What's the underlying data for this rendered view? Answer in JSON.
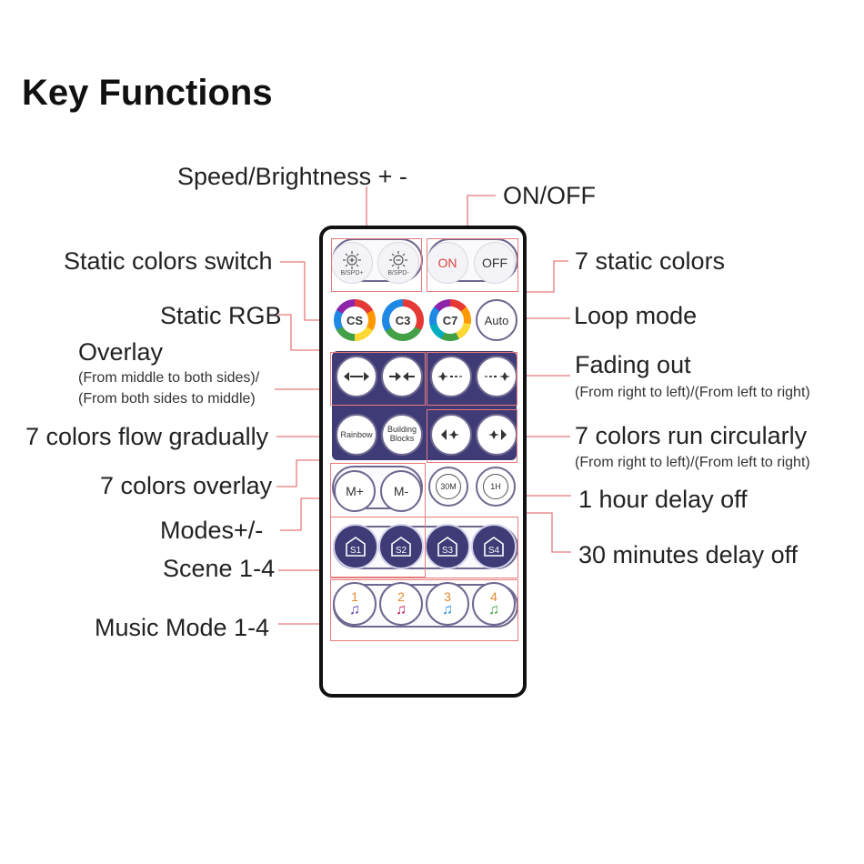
{
  "title": "Key Functions",
  "labels": {
    "speed_brightness": "Speed/Brightness + -",
    "on_off": "ON/OFF",
    "static_colors_switch": "Static colors switch",
    "seven_static_colors": "7 static colors",
    "static_rgb": "Static RGB",
    "loop_mode": "Loop mode",
    "overlay": "Overlay",
    "overlay_sub1": "(From middle to both sides)/",
    "overlay_sub2": "(From both sides to middle)",
    "fading_out": "Fading out",
    "fading_out_sub": "(From right to left)/(From left to right)",
    "flow_gradually": "7 colors flow gradually",
    "run_circularly": "7 colors run circularly",
    "run_circularly_sub": "(From right to left)/(From left to right)",
    "colors_overlay": "7 colors overlay",
    "hour_delay": "1 hour delay off",
    "modes": "Modes+/-",
    "minutes_delay": "30 minutes delay off",
    "scene": "Scene 1-4",
    "music_mode": "Music Mode 1-4"
  },
  "buttons": {
    "b_spd_plus": "B/SPD+",
    "b_spd_minus": "B/SPD-",
    "on": "ON",
    "off": "OFF",
    "cs": "CS",
    "c3": "C3",
    "c7": "C7",
    "auto": "Auto",
    "rainbow": "Rainbow",
    "building_blocks": "Building Blocks",
    "m_plus": "M+",
    "m_minus": "M-",
    "t30": "30M",
    "t1h": "1H",
    "s1": "S1",
    "s2": "S2",
    "s3": "S3",
    "s4": "S4",
    "music": [
      "1",
      "2",
      "3",
      "4"
    ]
  },
  "colors": {
    "annotation_line": "#e77a7a",
    "button_navy": "#3e3b76",
    "on_text": "#d9453b",
    "music_number": "#e58a2e"
  },
  "icons": [
    "sun-plus-icon",
    "sun-minus-icon",
    "arrows-outward-icon",
    "arrows-inward-icon",
    "fade-right-icon",
    "fade-left-icon",
    "circular-left-icon",
    "circular-right-icon",
    "house-icon",
    "music-note-icon",
    "timer-icon"
  ]
}
